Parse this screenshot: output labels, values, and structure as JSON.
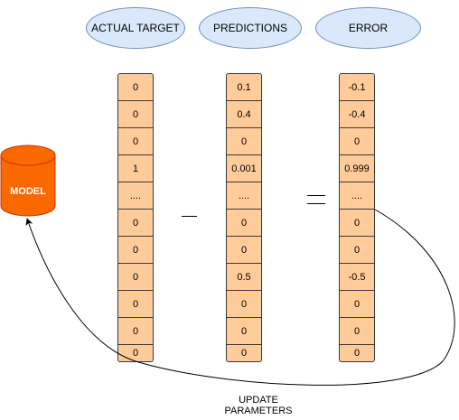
{
  "headers": {
    "actual": "ACTUAL TARGET",
    "predictions": "PREDICTIONS",
    "error": "ERROR"
  },
  "actual_target": [
    "0",
    "0",
    "0",
    "1",
    "....",
    "0",
    "0",
    "0",
    "0",
    "0",
    "0"
  ],
  "predictions": [
    "0.1",
    "0.4",
    "0",
    "0.001",
    "....",
    "0",
    "0",
    "0.5",
    "0",
    "0",
    "0"
  ],
  "error": [
    "-0.1",
    "-0.4",
    "0",
    "0.999",
    "....",
    "0",
    "0",
    "-0.5",
    "0",
    "0",
    "0"
  ],
  "model": {
    "label": "MODEL",
    "color": "#fa6800"
  },
  "update": {
    "line1": "UPDATE",
    "line2": "PARAMETERS"
  },
  "colors": {
    "cell_fill": "#ffcc99",
    "header_fill": "#dae8fc",
    "header_stroke": "#6c8ebf"
  }
}
